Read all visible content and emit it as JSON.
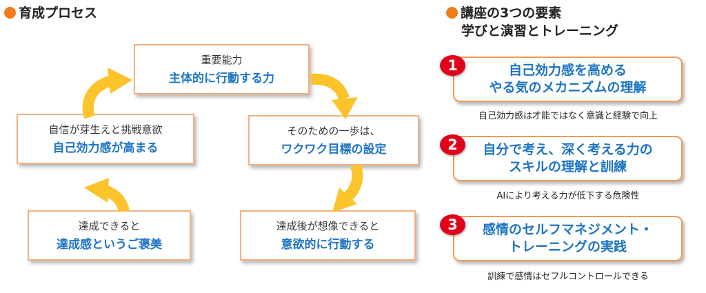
{
  "left": {
    "heading": "育成プロセス",
    "cycle": [
      {
        "line1": "重要能力",
        "line2": "主体的に行動する力"
      },
      {
        "line1": "そのための一歩は、",
        "line2": "ワクワク目標の設定"
      },
      {
        "line1": "達成後が想像できると",
        "line2": "意欲的に行動する"
      },
      {
        "line1": "達成できると",
        "line2": "達成感というご褒美"
      },
      {
        "line1": "自信が芽生えと挑戦意欲",
        "line2": "自己効力感が高まる"
      }
    ]
  },
  "right": {
    "heading_line1": "講座の3つの要素",
    "heading_line2": "学びと演習とトレーニング",
    "elements": [
      {
        "number": "1",
        "line1": "自己効力感を高める",
        "line2": "やる気のメカニズムの理解",
        "note": "自己効力感は才能ではなく意識と経験で向上"
      },
      {
        "number": "2",
        "line1": "自分で考え、深く考える力の",
        "line2": "スキルの理解と訓練",
        "note": "AIにより考える力が低下する危険性"
      },
      {
        "number": "3",
        "line1": "感情のセルフマネジメント・",
        "line2": "トレーニングの実践",
        "note": "訓練で感情はセフルコントロールできる"
      }
    ]
  },
  "colors": {
    "accent_orange": "#f07c1a",
    "box_border": "#f3b081",
    "arrow_yellow": "#fcc32a",
    "title_blue": "#1d74c4",
    "badge_red": "#e2001a"
  },
  "icons": [
    "bullet-dot-icon",
    "curved-arrow-icon"
  ]
}
